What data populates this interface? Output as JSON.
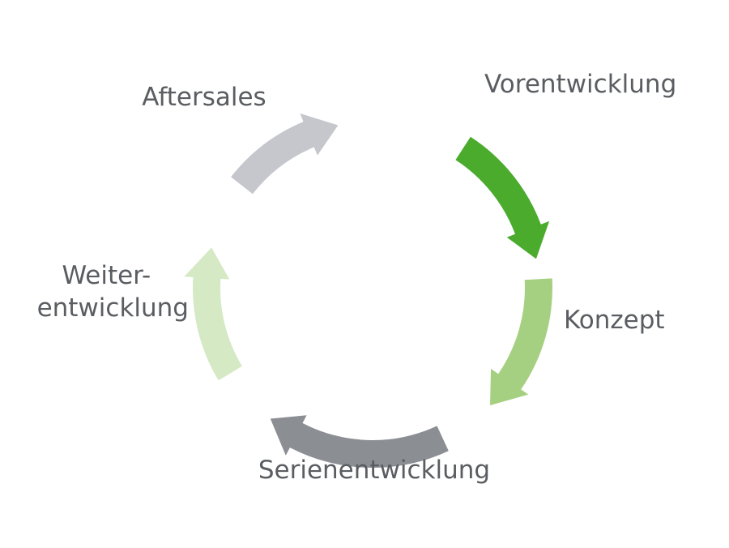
{
  "diagram": {
    "stages": [
      {
        "label": [
          "Vorentwicklung"
        ],
        "color": "#4aab2d"
      },
      {
        "label": [
          "Konzept"
        ],
        "color": "#a6d081"
      },
      {
        "label": [
          "Serienentwicklung"
        ],
        "color": "#8b8e93"
      },
      {
        "label": [
          "Weiter-",
          "entwicklung"
        ],
        "color": "#d4e9c4"
      },
      {
        "label": [
          "Aftersales"
        ],
        "color": "#c6c7cc"
      }
    ]
  }
}
